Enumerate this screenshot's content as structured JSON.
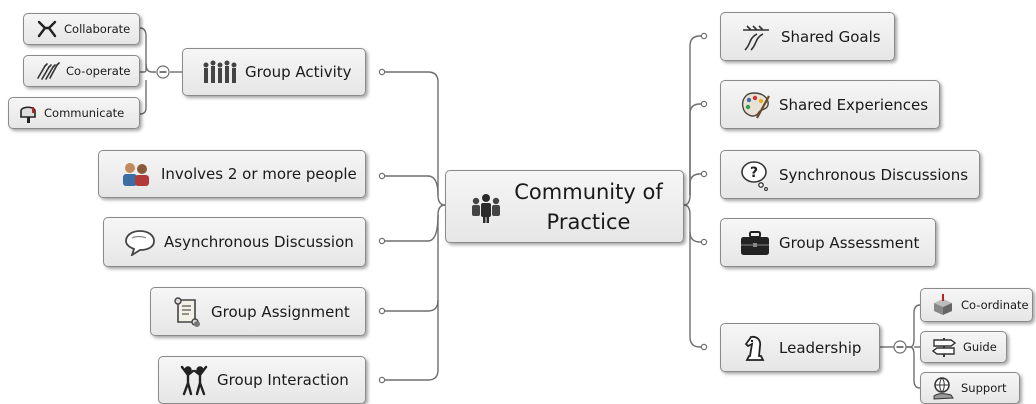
{
  "central": {
    "title_line1": "Community of",
    "title_line2": "Practice",
    "icon": "people-group-icon"
  },
  "left_topics": [
    {
      "label": "Group Activity",
      "icon": "crowd-icon",
      "subtopics": [
        {
          "label": "Collaborate",
          "icon": "collaborate-icon"
        },
        {
          "label": "Co-operate",
          "icon": "co-operate-icon"
        },
        {
          "label": "Communicate",
          "icon": "mailbox-icon"
        }
      ]
    },
    {
      "label": "Involves 2 or more people",
      "icon": "people-pair-icon"
    },
    {
      "label": "Asynchronous Discussion",
      "icon": "speech-bubble-icon"
    },
    {
      "label": "Group Assignment",
      "icon": "scroll-icon"
    },
    {
      "label": "Group Interaction",
      "icon": "dancing-figures-icon"
    }
  ],
  "right_topics": [
    {
      "label": "Shared Goals",
      "icon": "road-goal-icon"
    },
    {
      "label": "Shared Experiences",
      "icon": "palette-icon"
    },
    {
      "label": "Synchronous Discussions",
      "icon": "question-bubble-icon"
    },
    {
      "label": "Group Assessment",
      "icon": "briefcase-icon"
    },
    {
      "label": "Leadership",
      "icon": "chess-knight-icon",
      "subtopics": [
        {
          "label": "Co-ordinate",
          "icon": "cube-icon"
        },
        {
          "label": "Guide",
          "icon": "signpost-icon"
        },
        {
          "label": "Support",
          "icon": "hand-globe-icon"
        }
      ]
    }
  ]
}
